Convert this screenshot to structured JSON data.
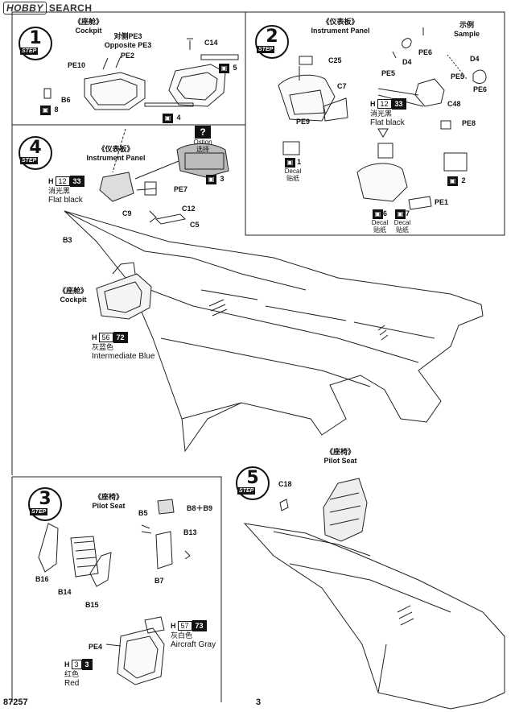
{
  "header": {
    "logo": "HOBBY",
    "brand": "SEARCH"
  },
  "footer": {
    "code": "87257",
    "page": "3"
  },
  "step1": {
    "number": "1",
    "step_label": "STEP",
    "title_cn": "《座舱》",
    "title_en": "Cockpit",
    "opp_cn": "对侧PE3",
    "opp_en": "Opposite PE3",
    "parts": {
      "pe2": "PE2",
      "pe10": "PE10",
      "b6": "B6",
      "c14": "C14"
    },
    "refs": {
      "r5": "5",
      "r8": "8",
      "r4": "4"
    }
  },
  "step2": {
    "number": "2",
    "step_label": "STEP",
    "title_cn": "《仪表板》",
    "title_en": "Instrument Panel",
    "sample_cn": "示例",
    "sample_en": "Sample",
    "parts": {
      "c25": "C25",
      "c7": "C7",
      "pe9": "PE9",
      "d4a": "D4",
      "pe6a": "PE6",
      "pe5a": "PE5",
      "d4b": "D4",
      "pe5b": "PE5",
      "pe6b": "PE6",
      "c48": "C48",
      "pe8": "PE8",
      "pe1": "PE1"
    },
    "paint": {
      "h": "H",
      "n1": "12",
      "n2": "33",
      "cn": "消光黑",
      "en": "Flat black"
    },
    "decal1": {
      "ref": "1",
      "en": "Decal",
      "cn": "贴纸"
    },
    "decal6": {
      "ref": "6",
      "en": "Decal",
      "cn": "贴纸"
    },
    "decal7": {
      "ref": "7",
      "en": "Decal",
      "cn": "贴纸"
    },
    "ref2": "2"
  },
  "step4": {
    "number": "4",
    "step_label": "STEP",
    "title_cn": "《仪表板》",
    "title_en": "Instrument Panel",
    "option_en": "Ostion",
    "option_cn": "选择",
    "paint1": {
      "h": "H",
      "n1": "12",
      "n2": "33",
      "cn": "消光黑",
      "en": "Flat black"
    },
    "parts": {
      "pe7": "PE7",
      "c9": "C9",
      "c12": "C12",
      "c5": "C5",
      "b3": "B3"
    },
    "cockpit_cn": "《座舱》",
    "cockpit_en": "Cockpit",
    "paint2": {
      "h": "H",
      "n1": "56",
      "n2": "72",
      "cn": "灰蓝色",
      "en": "Intermediate Blue"
    },
    "ref3": "3"
  },
  "step3": {
    "number": "3",
    "step_label": "STEP",
    "title_cn": "《座椅》",
    "title_en": "Pilot Seat",
    "parts": {
      "b5": "B5",
      "b8b9": "B8＋B9",
      "b13": "B13",
      "b7": "B7",
      "b16": "B16",
      "b14": "B14",
      "b15": "B15",
      "pe4": "PE4"
    },
    "paint1": {
      "h": "H",
      "n1": "57",
      "n2": "73",
      "cn": "灰白色",
      "en": "Aircraft Gray"
    },
    "paint2": {
      "h": "H",
      "n1": "3",
      "n2": "3",
      "cn": "红色",
      "en": "Red"
    }
  },
  "step5": {
    "number": "5",
    "step_label": "STEP",
    "title_cn": "《座椅》",
    "title_en": "Pilot Seat",
    "parts": {
      "c18": "C18"
    }
  }
}
